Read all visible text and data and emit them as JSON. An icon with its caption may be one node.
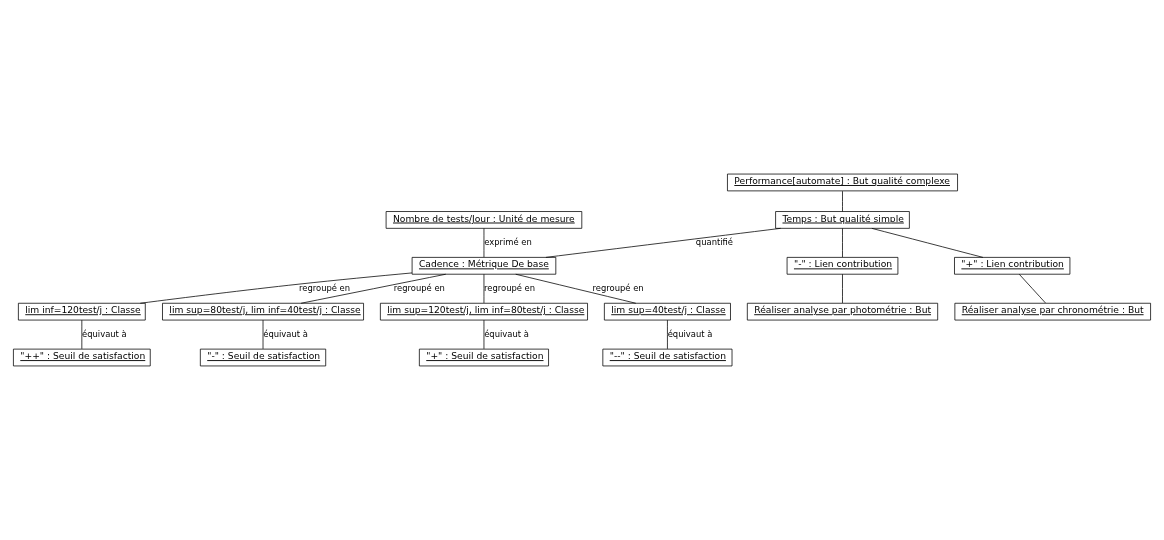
{
  "diagram": {
    "nodes": [
      {
        "text": [
          "Performance[automate] : But qualité complexe"
        ]
      },
      {
        "text": [
          "Nombre de tests/Jour : Unité de mesure"
        ]
      },
      {
        "text": [
          "Temps : But qualité simple"
        ]
      },
      {
        "text": [
          "\"+\" : Lien contribution"
        ]
      },
      {
        "text": [
          "Réaliser analyse par chronométrie : But"
        ]
      },
      {
        "text": [
          "Cadence : Métrique De base"
        ]
      },
      {
        "text": [
          "\"-\" : Lien contribution"
        ]
      },
      {
        "text": [
          "Réaliser analyse par photométrie : But"
        ]
      },
      {
        "text": [
          "lim sup=40test/j : Classe"
        ]
      },
      {
        "text": [
          "\"--\" : Seuil de satisfaction"
        ]
      },
      {
        "text": [
          "lim inf=120test/j : Classe"
        ]
      },
      {
        "text": [
          "\"++\" : Seuil de satisfaction"
        ]
      },
      {
        "text": [
          "lim sup=80test/j, lim inf=40test/j : Classe"
        ]
      },
      {
        "text": [
          "lim sup=120test/j, lim inf=80test/j : Classe"
        ]
      },
      {
        "text": [
          "\"-\" : Seuil de satisfaction"
        ]
      },
      {
        "text": [
          "\"+\" : Seuil de satisfaction"
        ]
      }
    ],
    "edges": [
      {
        "from": 0,
        "to": 2,
        "arrow": "none"
      },
      {
        "from": 1,
        "to": 5,
        "arrow": "none",
        "label": "exprimé en"
      },
      {
        "from": 2,
        "to": 5,
        "arrow": "none",
        "label": "quantifié"
      },
      {
        "from": 2,
        "to": 3,
        "arrow": "none"
      },
      {
        "from": 3,
        "to": 4,
        "arrow": "none"
      },
      {
        "from": 2,
        "to": 6,
        "arrow": "none"
      },
      {
        "from": 6,
        "to": 7,
        "arrow": "none"
      },
      {
        "from": 5,
        "to": 8,
        "arrow": "none",
        "label": "regroupé en"
      },
      {
        "from": 5,
        "to": 12,
        "arrow": "none",
        "label": "regroupé en"
      },
      {
        "from": 5,
        "to": 13,
        "arrow": "none",
        "label": "regroupé en"
      },
      {
        "from": 5,
        "to": 10,
        "arrow": "none",
        "label": "regroupé en"
      },
      {
        "from": 8,
        "to": 9,
        "arrow": "none",
        "label": "équivaut à"
      },
      {
        "from": 10,
        "to": 11,
        "arrow": "none",
        "label": "équivaut à"
      },
      {
        "from": 12,
        "to": 14,
        "arrow": "none",
        "label": "équivaut à"
      },
      {
        "from": 13,
        "to": 15,
        "arrow": "none",
        "label": "équivaut à"
      }
    ]
  }
}
